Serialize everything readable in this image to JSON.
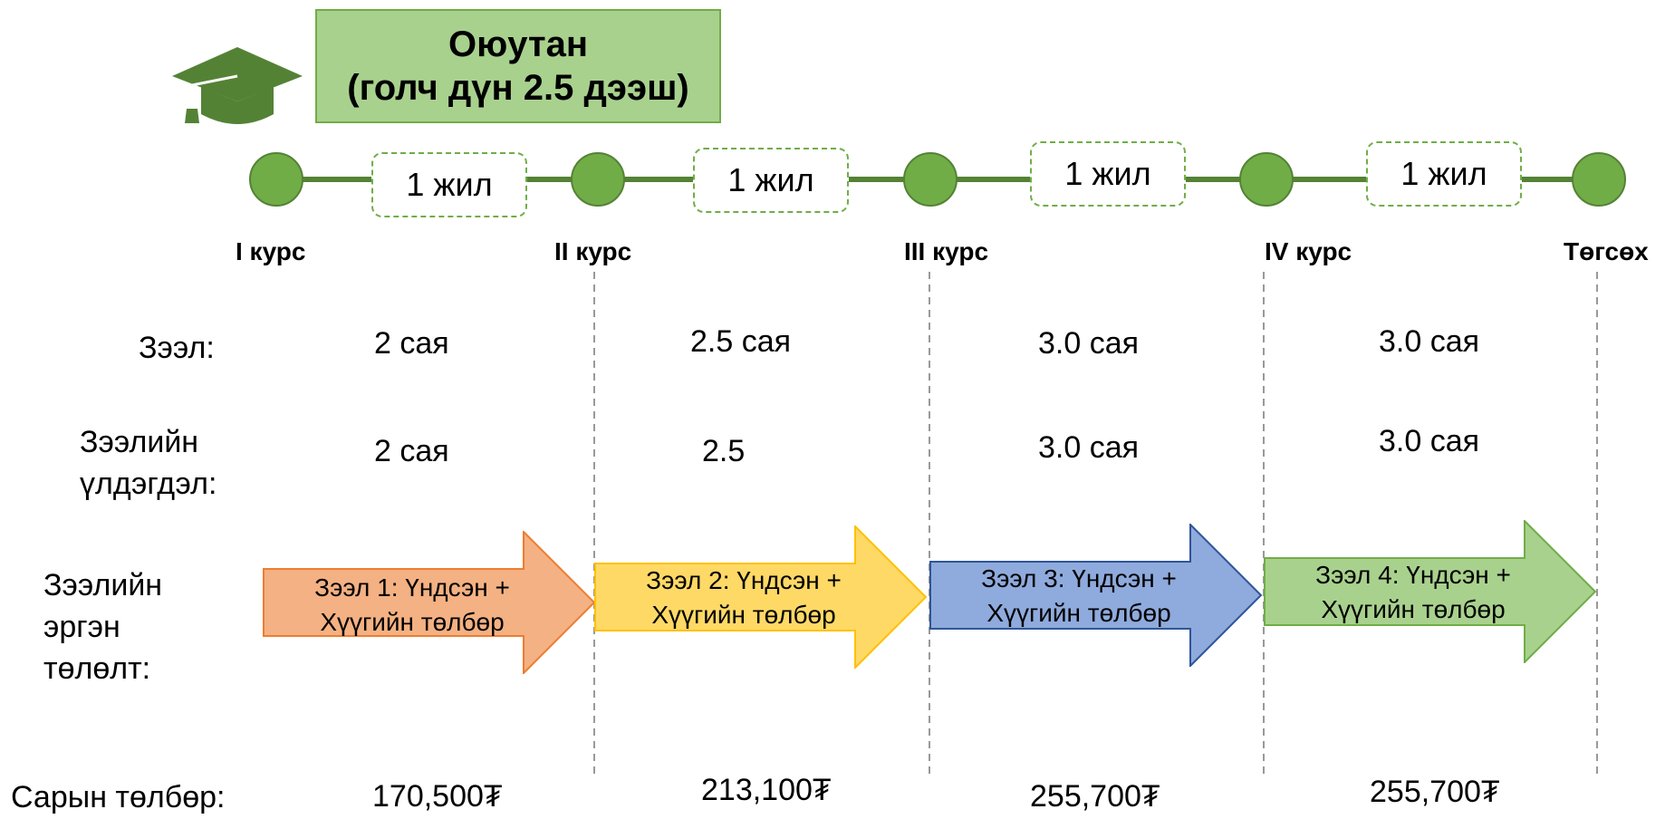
{
  "title": {
    "line1": "Оюутан",
    "line2": "(голч дүн 2.5 дээш)"
  },
  "icon": "graduation-cap-icon",
  "colors": {
    "green": "#70ad47",
    "green_light": "#a9d18e",
    "orange": "#f4b183",
    "yellow": "#ffd966",
    "blue": "#8faadc",
    "arrow_green": "#a9d18e"
  },
  "stages": [
    {
      "label": "I курс"
    },
    {
      "label": "II курс"
    },
    {
      "label": "III курс"
    },
    {
      "label": "IV курс"
    },
    {
      "label": "Төгсөх"
    }
  ],
  "durations": [
    "1 жил",
    "1 жил",
    "1 жил",
    "1 жил"
  ],
  "rows": {
    "loan": {
      "label": "Зээл:",
      "values": [
        "2 сая",
        "2.5 сая",
        "3.0 сая",
        "3.0 сая"
      ]
    },
    "balance": {
      "label_line1": "Зээлийн",
      "label_line2": "үлдэгдэл:",
      "values": [
        "2 сая",
        "2.5",
        "3.0 сая",
        "3.0 сая"
      ]
    },
    "repayment": {
      "label_line1": "Зээлийн",
      "label_line2": "эргэн",
      "label_line3": "төлөлт:",
      "arrows": [
        {
          "line1": "Зээл 1: Үндсэн +",
          "line2": "Хүүгийн төлбөр"
        },
        {
          "line1": "Зээл 2: Үндсэн +",
          "line2": "Хүүгийн төлбөр"
        },
        {
          "line1": "Зээл 3: Үндсэн +",
          "line2": "Хүүгийн төлбөр"
        },
        {
          "line1": "Зээл 4: Үндсэн +",
          "line2": "Хүүгийн төлбөр"
        }
      ]
    },
    "monthly": {
      "label": "Сарын төлбөр:",
      "values": [
        "170,500₮",
        "213,100₮",
        "255,700₮",
        "255,700₮"
      ]
    }
  }
}
